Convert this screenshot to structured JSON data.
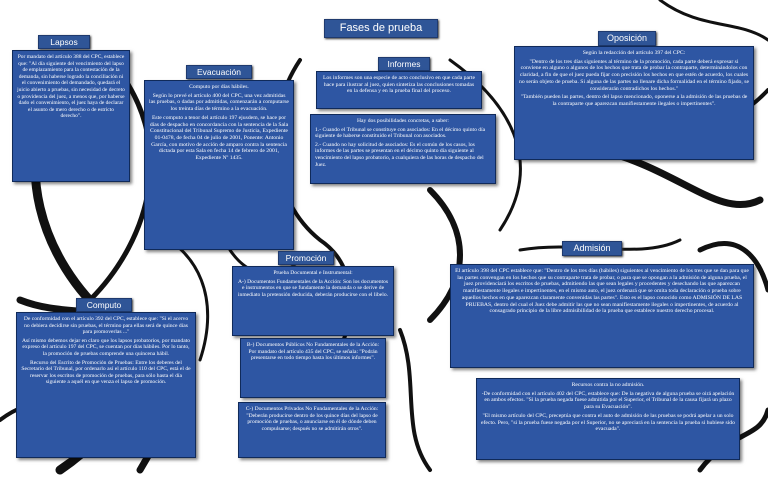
{
  "main_title": "Fases de prueba",
  "sections": {
    "lapsos": {
      "title": "Lapsos",
      "text": "Por mandato del artículo 388 del CPC, establece que: \"Al día siguiente del vencimiento del lapso de emplazamiento para la contestación de la demanda, sin haberse logrado la conciliación ni el convenimiento del demandado, quedará el juicio abierto a pruebas, sin necesidad de decreto o providencia del juez, a menos que, por haberse dado el convenimiento, el juez haya de declarar el asunto de mero derecho o de estricto derecho\"."
    },
    "evacuacion": {
      "title": "Evacuación",
      "p1": "Computo por días hábiles.",
      "p2": "Según lo prevé el artículo 400 del CPC, una vez admitidas las pruebas, o dadas por admitidas, comenzarán a computarse los treinta días de término a la evacuación.",
      "p3": "Este computo a tenor del artículo 197 ejusdem, se hace por días de despacho en concordancia con la sentencia de la Sala Constitucional del Tribunal Supremo de Justicia, Expediente 01-0478, de fecha 04 de julio de 2001, Ponente: Antonio García, con motivo de acción de amparo contra la sentencia dictada por esta Sala en fecha 14 de febrero de 2001, Expediente Nº 1435."
    },
    "informes": {
      "title": "Informes",
      "p1": "Los informes son una especie de acto conclusivo en que cada parte hace para ilustrar al juez, quien sintetiza las conclusiones tomadas en la defensa y en la prueba final del proceso.",
      "p2": "Hay dos posibilidades concretas, a saber:",
      "p3": "1.- Cuando el Tribunal se constituye con asociados: En el décimo quinto día siguiente de haberse constituido el Tribunal con asociados.",
      "p4": "2.- Cuando no hay solicitud de asociados: Es el común de los casos, los informes de las partes se presentan en el décimo quinto día siguiente al vencimiento del lapso probatorio, a cualquiera de las horas de despacho del Juez."
    },
    "oposicion": {
      "title": "Oposición",
      "p1": "Según la redacción del artículo 397 del CPC:",
      "p2": "\"Dentro de los tres días siguientes al término de la promoción, cada parte deberá expresar si conviene en alguno o algunos de los hechos que trata de probar la contraparte, determinándolos con claridad, a fin de que el juez pueda fijar con precisión los hechos en que estén de acuerdo, los cuales no serán objeto de prueba. Si alguna de las partes no llenare dicha formalidad en el término fijado, se considerarán contradichos los hechos.\"",
      "p3": "\"También pueden las partes, dentro del lapso mencionado, oponerse a la admisión de las pruebas de la contraparte que aparezcan manifiestamente ilegales o impertinentes\"."
    },
    "promocion": {
      "title": "Promoción",
      "p1": "Prueba Documental e Instrumental:",
      "p2": "A-) Documentos Fundamentales de la Acción: Son los documentos e instrumentos en que se fundamente la demanda o se derive de inmediato la pretensión deducida, deberán producirse con el libelo.",
      "p3": "B-) Documentos Públicos No Fundamentales de la Acción: Por mandato del artículo 435 del CPC, se señala: \"Podrán presentarse en todo tiempo hasta los últimos informes\".",
      "p4": "C-) Documentos Privados No Fundamentales de la Acción: \"Deberán producirse dentro de los quince días del lapso de promoción de pruebas, o anunciarse en él de dónde deben compulsarse; después no se admitirán otros\"."
    },
    "admision": {
      "title": "Admisión",
      "p1": "El artículo 398 del CPC establece que: \"Dentro de los tres días (hábiles) siguientes al vencimiento de los tres que se dan para que las partes convengan en los hechos que su contraparte trata de probar, o para que se opongan a la admisión de alguna prueba, el juez providenciará los escritos de pruebas, admitiendo las que sean legales y procedentes y desechando las que aparezcan manifiestamente ilegales e impertinentes, en el mismo auto, el juez ordenará que se omita toda declaración o prueba sobre aquellos hechos en que aparezcan claramente convenidas las partes\". Esto es el lapso conocido como ADMISIÓN DE LAS PRUEBAS, dentro del cual el Juez debe admitir las que no sean manifiestamente ilegales o impertinentes, de acuerdo al consagrado principio de la libre admisibilidad de la prueba que establece nuestro derecho procesal.",
      "p2": "Recursos contra la no admisión.",
      "p3": "-De conformidad con el artículo 402 del CPC, establece que: De la negativa de alguna prueba se oirá apelación en ambos efectos. \"Si la prueba negada fuese admitida por el Superior, el Tribunal de la causa fijará un plazo para su Evacuación\".",
      "p4": "\"El mismo artículo del CPC, preceptúa que contra el auto de admisión de las pruebas se podrá apelar a un solo efecto. Pero, \"si la prueba fuese negada por el Superior, no se apreciará en la sentencia la prueba si hubiese sido evacuada\"."
    },
    "computo": {
      "title": "Computo",
      "p1": "De conformidad con el artículo 392 del CPC, establece que: \"Si el acervo no debiera decidirse sin pruebas, el término para ellas será de quince días para promoverlas ...\"",
      "p2": "Así mismo debemos dejar en claro que los lapsos probatorios, por mandato expreso del artículo 197 del CPC, se cuentan por días hábiles. Por lo tanto, la promoción de pruebas comprende una quincena hábil.",
      "p3": "Recurso del Escrito de Promoción de Pruebas: Entre los deberes del Secretario del Tribunal, por ordenarlo así el artículo 110 del CPC, está el de reservar los escritos de promoción de pruebas, para sólo hasta el día siguiente a aquél en que venza el lapso de promoción."
    }
  },
  "colors": {
    "box_fill": "#2e56a3",
    "title_fill": "#2f5597",
    "text": "#ffffff",
    "decoration": "#111111"
  }
}
